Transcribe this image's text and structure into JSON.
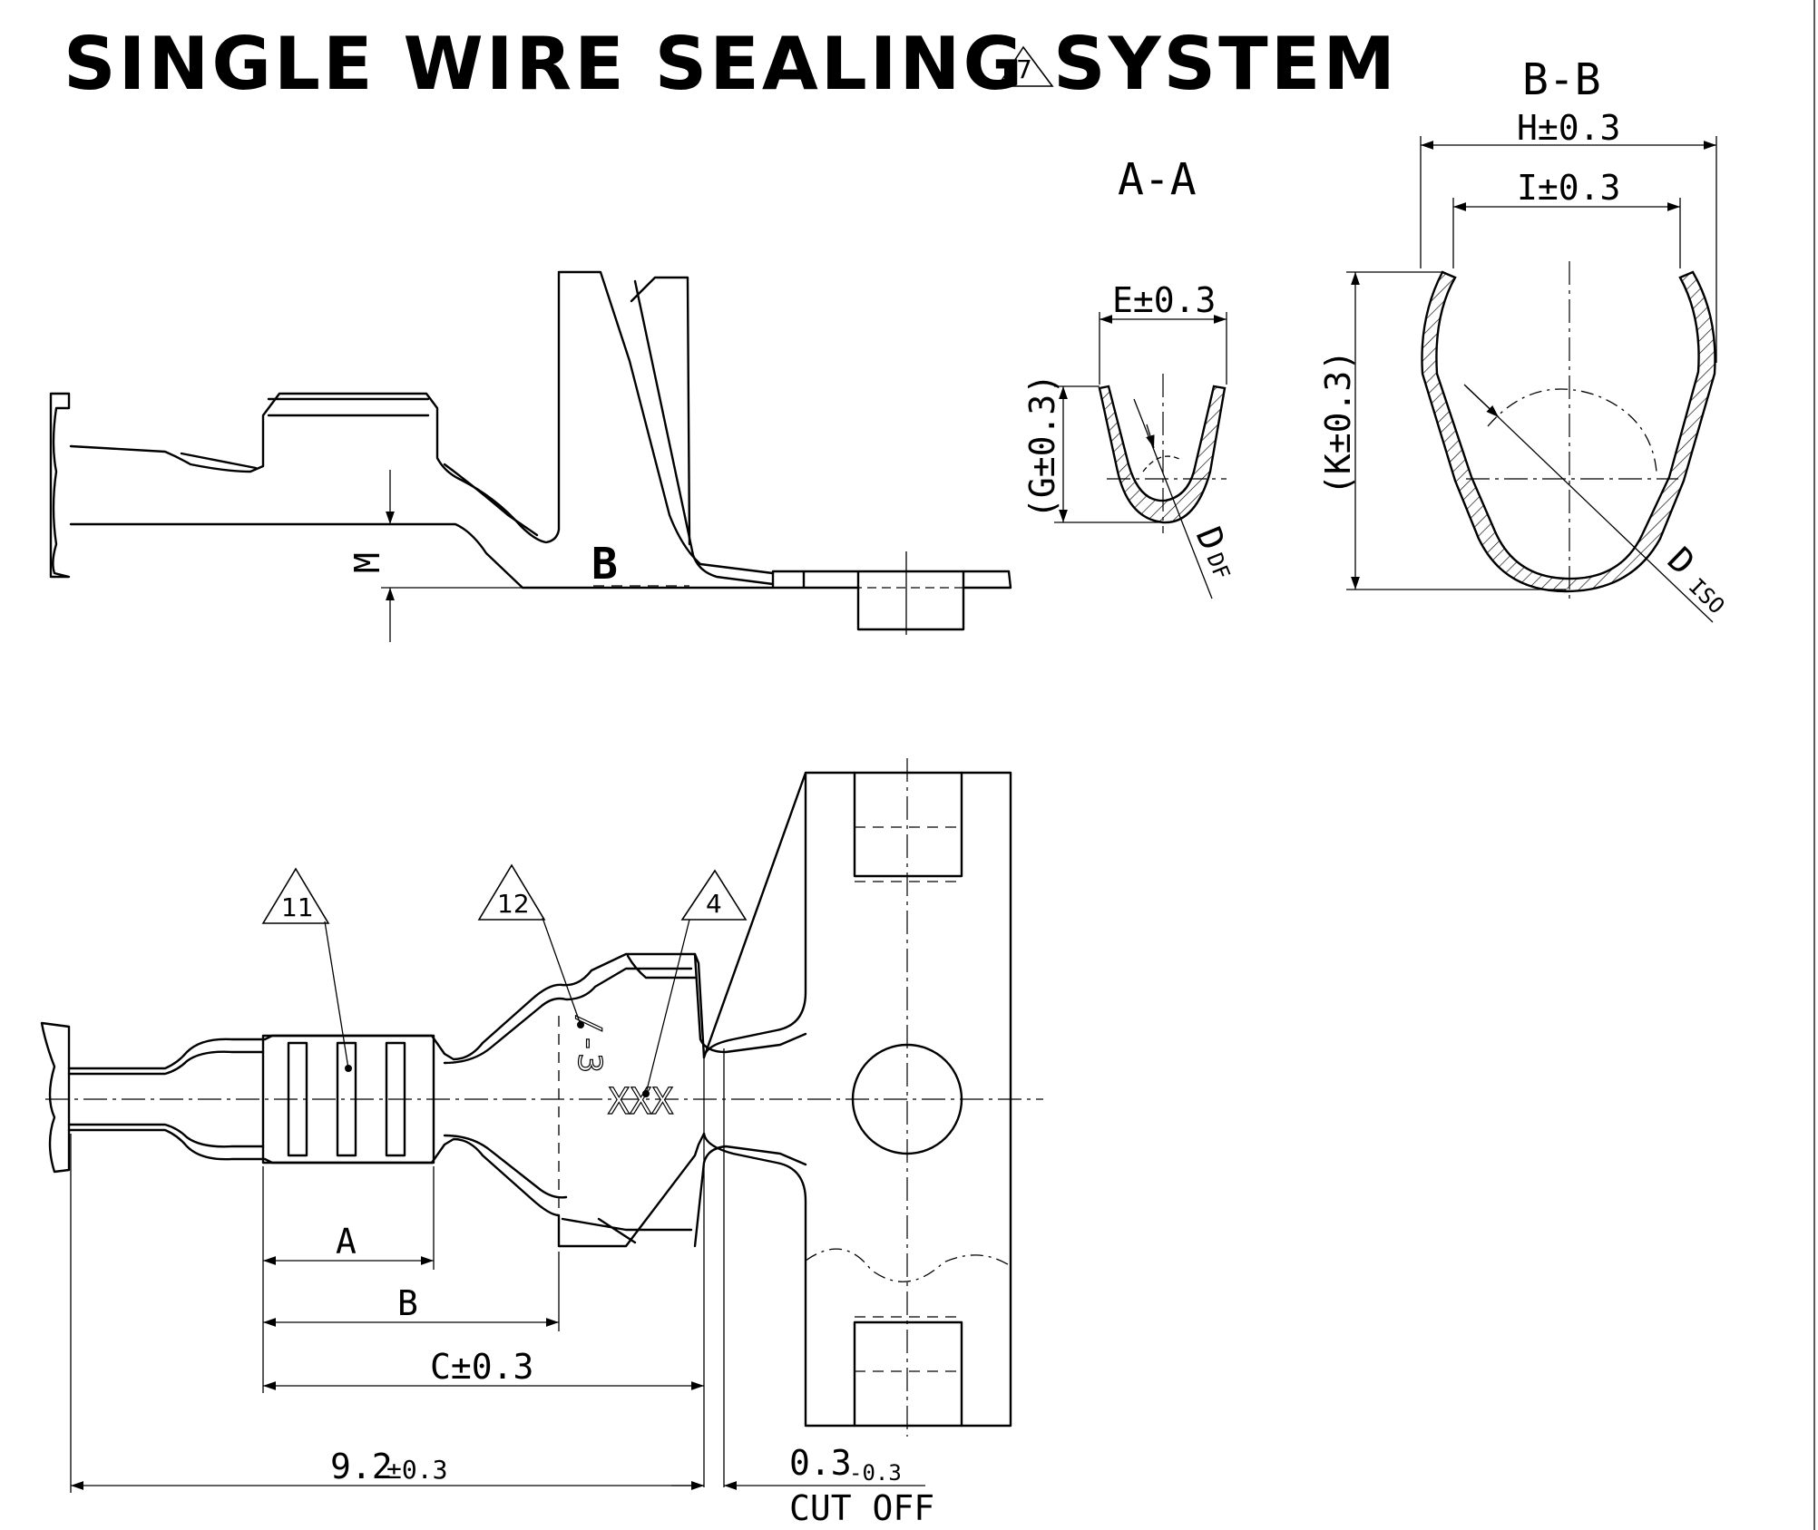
{
  "title": {
    "text": "SINGLE WIRE SEALING SYSTEM",
    "revision_marker": "7"
  },
  "views": {
    "section_a": {
      "label": "A-A"
    },
    "section_b": {
      "label": "B-B"
    }
  },
  "dimensions": {
    "e": "E±0.3",
    "g": "(G±0.3)",
    "d_small": "D",
    "d_small_sub": "DF",
    "h": "H±0.3",
    "i": "I±0.3",
    "k": "(K±0.3)",
    "d_large": "D",
    "d_large_sub": "ISO",
    "m": "M",
    "a": "A",
    "b": "B",
    "c": "C±0.3",
    "length_value": "9.2",
    "length_tol": "±0.3",
    "cutoff_value": "0.3",
    "cutoff_tol": "-0.3",
    "cutoff_label": "CUT OFF"
  },
  "markings": {
    "section_marker_b": "B",
    "emboss_code": "XXX"
  },
  "callouts": [
    {
      "id": "11"
    },
    {
      "id": "12"
    },
    {
      "id": "4"
    }
  ]
}
